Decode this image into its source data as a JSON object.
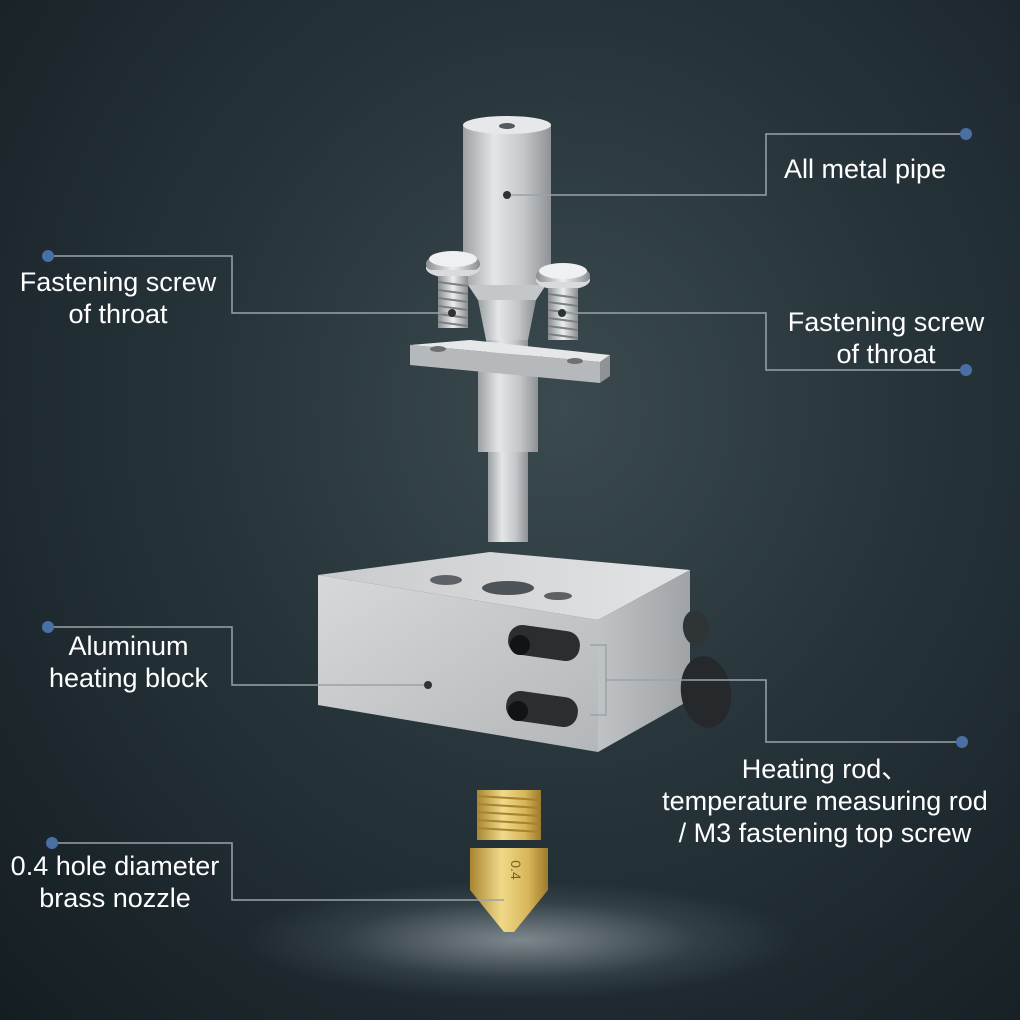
{
  "labels": {
    "metal_pipe": [
      "All metal pipe"
    ],
    "screw_left": [
      "Fastening screw",
      "of throat"
    ],
    "screw_right": [
      "Fastening screw",
      "of throat"
    ],
    "heating_block": [
      "Aluminum",
      "heating block"
    ],
    "heating_rod": [
      "Heating rod、",
      "temperature measuring rod",
      "/ M3 fastening top screw"
    ],
    "nozzle": [
      "0.4 hole diameter",
      "brass nozzle"
    ]
  },
  "nozzle_marking": "0.4",
  "colors": {
    "background": "#1e2a2f",
    "leader_line": "#9aa3a8",
    "dot": "#4a6fa5",
    "text": "#ffffff",
    "aluminum": "#c9ccce",
    "brass": "#d9b85a"
  }
}
